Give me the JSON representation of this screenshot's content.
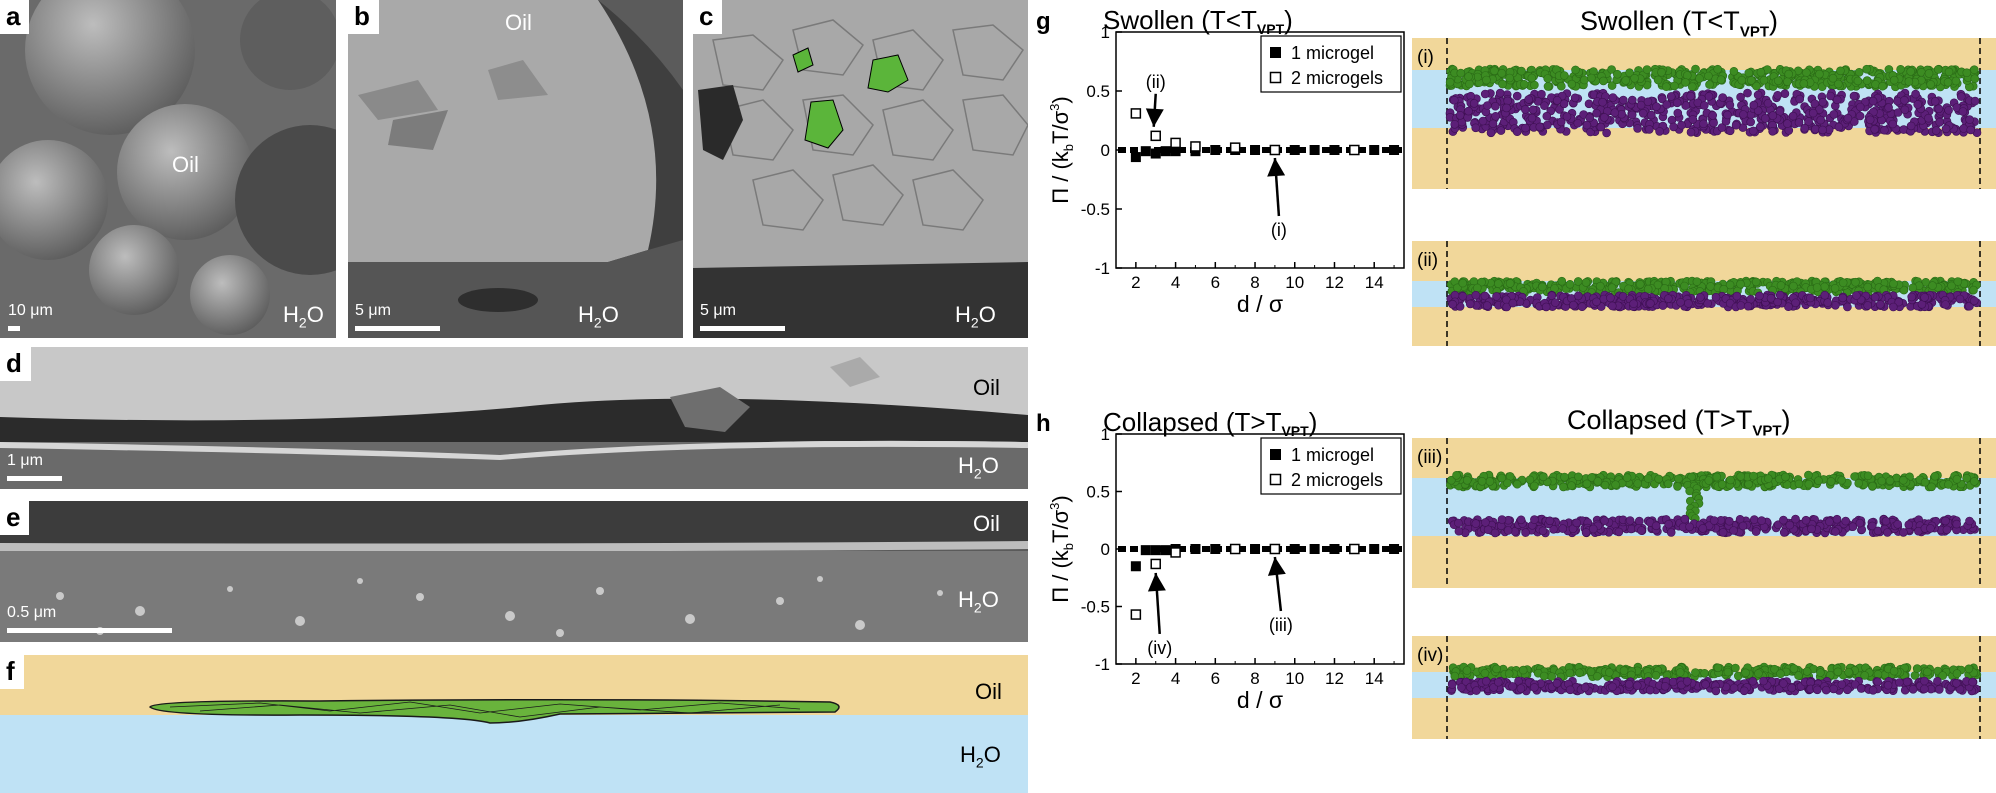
{
  "panels": {
    "a": {
      "label": "a",
      "oil": "Oil",
      "water_main": "H",
      "water_sub": "2",
      "water_end": "O",
      "scale": "10 μm"
    },
    "b": {
      "label": "b",
      "oil": "Oil",
      "water_main": "H",
      "water_sub": "2",
      "water_end": "O",
      "scale": "5 μm"
    },
    "c": {
      "label": "c",
      "water_main": "H",
      "water_sub": "2",
      "water_end": "O",
      "scale": "5 μm"
    },
    "d": {
      "label": "d",
      "oil": "Oil",
      "water_main": "H",
      "water_sub": "2",
      "water_end": "O",
      "scale": "1 μm"
    },
    "e": {
      "label": "e",
      "oil": "Oil",
      "water_main": "H",
      "water_sub": "2",
      "water_end": "O",
      "scale": "0.5 μm"
    },
    "f": {
      "label": "f",
      "oil": "Oil",
      "water_main": "H",
      "water_sub": "2",
      "water_end": "O"
    }
  },
  "sim": {
    "top_title_main": "Swollen (T<T",
    "top_title_sub": "VPT",
    "top_title_end": ")",
    "bottom_title_main": "Collapsed (T>T",
    "bottom_title_sub": "VPT",
    "bottom_title_end": ")",
    "labels": [
      "(i)",
      "(ii)",
      "(iii)",
      "(iv)"
    ]
  },
  "colors": {
    "oil": "#f1d79a",
    "water": "#bfe2f5",
    "microgel_top": "#3c8c22",
    "microgel_bottom": "#5c1f78",
    "microgel_green": "#6fbf3a"
  },
  "chart_data": [
    {
      "panel": "g",
      "type": "scatter",
      "title_main": "Swollen (T<T",
      "title_sub": "VPT",
      "title_end": ")",
      "xlabel": "d / σ",
      "ylabel_main": "Π / (k",
      "ylabel_sub": "b",
      "ylabel_mid": "T/σ",
      "ylabel_sup": "3",
      "ylabel_end": ")",
      "xlim": [
        1,
        15.5
      ],
      "ylim": [
        -1,
        1
      ],
      "xticks": [
        "2",
        "4",
        "6",
        "8",
        "10",
        "12",
        "14"
      ],
      "yticks": [
        "-1",
        "-0.5",
        "0",
        "0.5",
        "1"
      ],
      "series": [
        {
          "name": "1 microgel",
          "marker": "filled-square",
          "x": [
            2,
            2.5,
            3,
            3.5,
            4,
            5,
            6,
            7,
            8,
            9,
            10,
            11,
            12,
            13,
            14,
            15
          ],
          "y": [
            -0.06,
            -0.01,
            -0.03,
            -0.01,
            -0.01,
            -0.01,
            0,
            0,
            0,
            0,
            0,
            0,
            0,
            0,
            0,
            0
          ]
        },
        {
          "name": "2 microgels",
          "marker": "open-square",
          "x": [
            2,
            3,
            4,
            5,
            7,
            9,
            13
          ],
          "y": [
            0.31,
            0.12,
            0.06,
            0.03,
            0.02,
            0,
            0
          ]
        }
      ],
      "annotations": [
        {
          "text": "(ii)",
          "x": 3,
          "y": 0.12
        },
        {
          "text": "(i)",
          "x": 9,
          "y": 0
        }
      ]
    },
    {
      "panel": "h",
      "type": "scatter",
      "title_main": "Collapsed (T>T",
      "title_sub": "VPT",
      "title_end": ")",
      "xlabel": "d / σ",
      "ylabel_main": "Π / (k",
      "ylabel_sub": "b",
      "ylabel_mid": "T/σ",
      "ylabel_sup": "3",
      "ylabel_end": ")",
      "xlim": [
        1,
        15.5
      ],
      "ylim": [
        -1,
        1
      ],
      "xticks": [
        "2",
        "4",
        "6",
        "8",
        "10",
        "12",
        "14"
      ],
      "yticks": [
        "-1",
        "-0.5",
        "0",
        "0.5",
        "1"
      ],
      "series": [
        {
          "name": "1 microgel",
          "marker": "filled-square",
          "x": [
            2,
            2.5,
            3,
            3.5,
            4,
            5,
            6,
            7,
            8,
            9,
            10,
            11,
            12,
            13,
            14,
            15
          ],
          "y": [
            -0.15,
            -0.01,
            -0.01,
            -0.01,
            0,
            0,
            0,
            0,
            0,
            0,
            0,
            0,
            0,
            0,
            0,
            0
          ]
        },
        {
          "name": "2 microgels",
          "marker": "open-square",
          "x": [
            2,
            3,
            4,
            7,
            9,
            13
          ],
          "y": [
            -0.57,
            -0.13,
            -0.03,
            0,
            0,
            0
          ]
        }
      ],
      "annotations": [
        {
          "text": "(iv)",
          "x": 3,
          "y": -0.13
        },
        {
          "text": "(iii)",
          "x": 9,
          "y": 0
        }
      ]
    }
  ]
}
